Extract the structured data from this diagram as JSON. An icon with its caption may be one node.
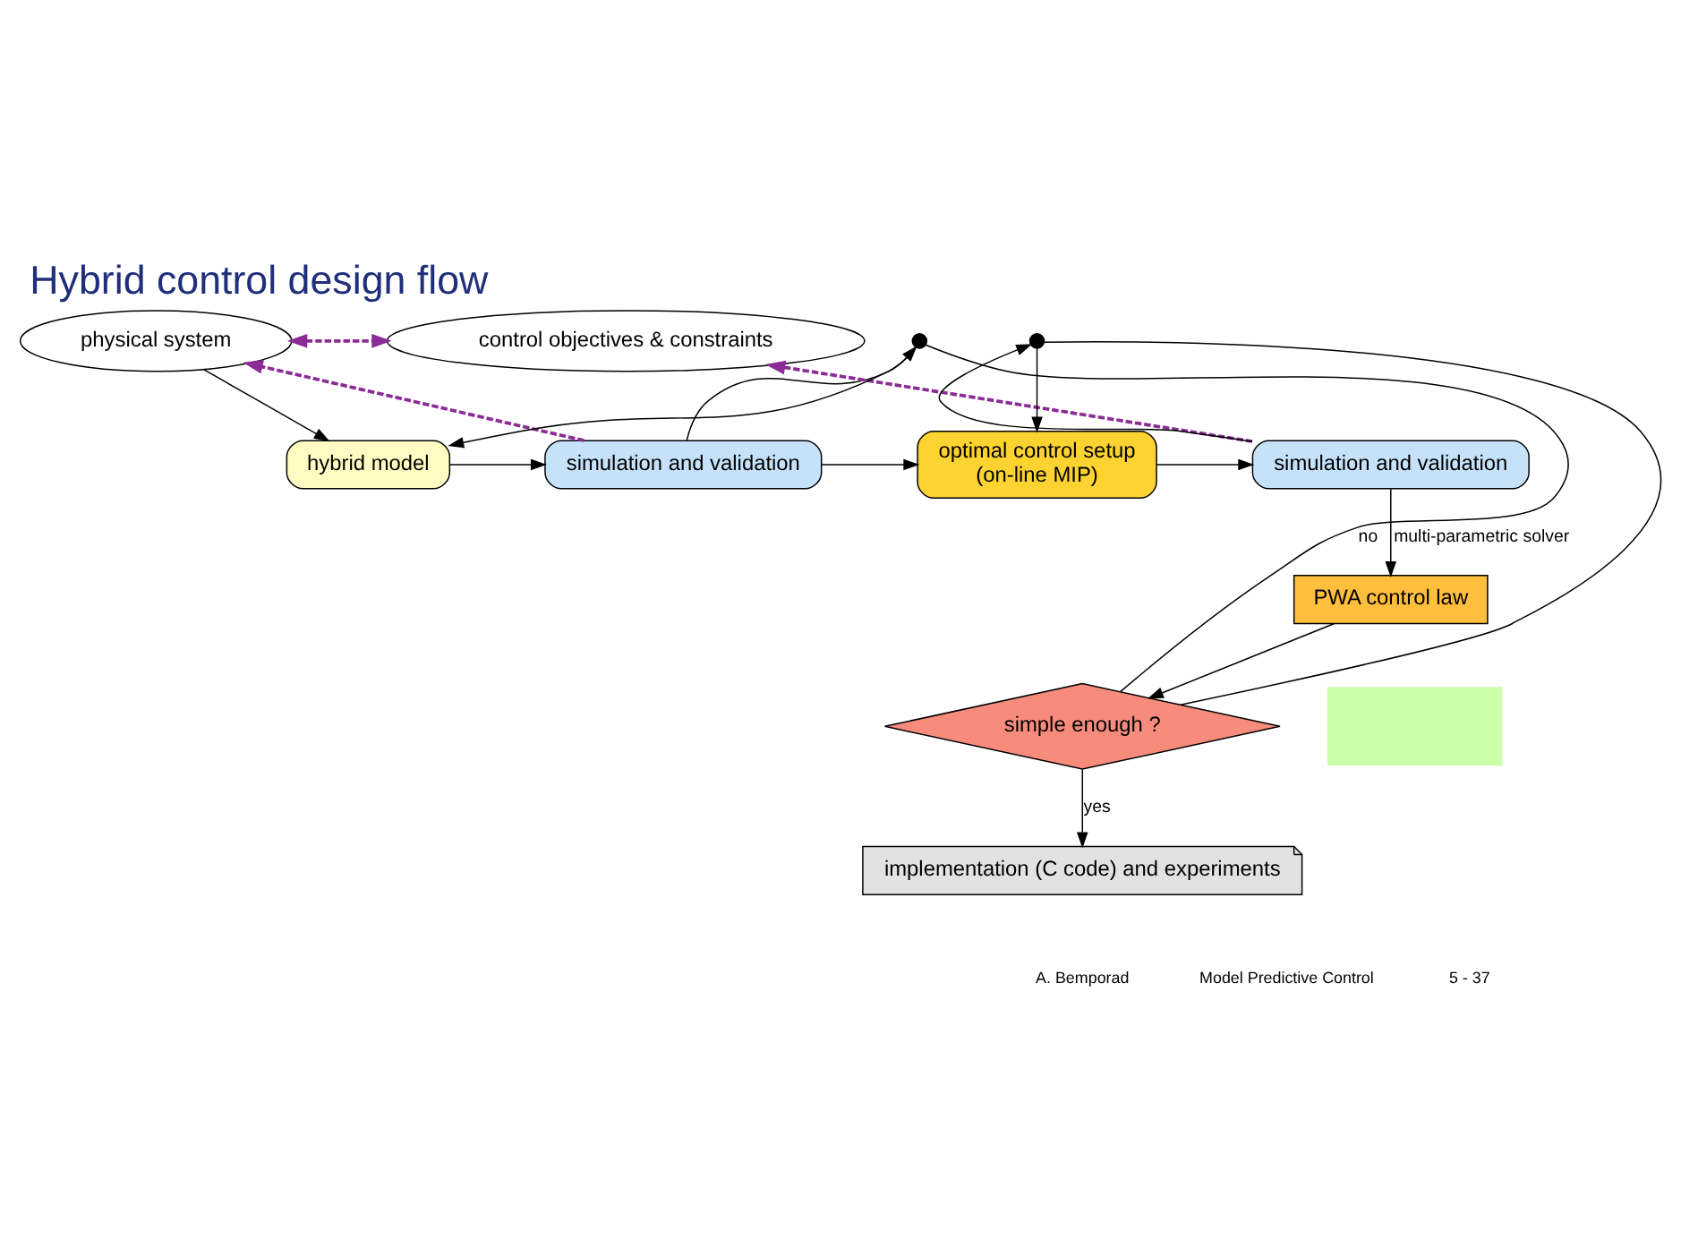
{
  "diagram": {
    "title": "Hybrid control design flow",
    "nodes": [
      {
        "text": [
          "physical system"
        ]
      },
      {
        "text": [
          "control objectives & constraints"
        ]
      },
      {
        "text": [
          "hybrid model"
        ]
      },
      {
        "text": [
          "simulation and validation"
        ]
      },
      {
        "text": [
          "optimal control setup",
          "(on-line MIP)"
        ]
      },
      {
        "text": [
          "simulation and validation"
        ]
      },
      {
        "text": [
          "PWA control law"
        ]
      },
      {
        "text": [
          "simple enough ?"
        ]
      },
      {
        "text": [
          "implementation (C code) and experiments"
        ]
      },
      {
        "text": [],
        "shape": "circle"
      },
      {
        "text": [],
        "shape": "circle"
      },
      {
        "text": [],
        "shape": "box"
      }
    ],
    "edges": [
      {
        "from": 0,
        "to": 2,
        "arrow": "to"
      },
      {
        "from": 2,
        "to": 3,
        "arrow": "to"
      },
      {
        "from": 3,
        "to": 4,
        "arrow": "to"
      },
      {
        "from": 4,
        "to": 5,
        "arrow": "to"
      },
      {
        "from": 0,
        "to": 1,
        "arrow": "both",
        "style": "dashed",
        "color": "#8b2c96"
      },
      {
        "from": 3,
        "to": 0,
        "arrow": "to",
        "style": "dashed",
        "color": "#8b2c96"
      },
      {
        "from": 5,
        "to": 1,
        "arrow": "to",
        "style": "dashed",
        "color": "#8b2c96"
      },
      {
        "from": 5,
        "to": 6,
        "arrow": "to",
        "label": "multi-parametric solver"
      },
      {
        "from": 6,
        "to": 7,
        "arrow": "to"
      },
      {
        "from": 7,
        "to": 9,
        "arrow": "none",
        "label": "no"
      },
      {
        "from": 7,
        "to": 10,
        "arrow": "none"
      },
      {
        "from": 9,
        "to": 2,
        "arrow": "to"
      },
      {
        "from": 10,
        "to": 4,
        "arrow": "to"
      },
      {
        "from": 3,
        "to": 9,
        "arrow": "to"
      },
      {
        "from": 5,
        "to": 10,
        "arrow": "to"
      },
      {
        "from": 7,
        "to": 8,
        "arrow": "to",
        "label": "yes"
      }
    ],
    "labels": [
      "A. Bemporad",
      "Model Predictive Control",
      "5 - 37"
    ]
  }
}
